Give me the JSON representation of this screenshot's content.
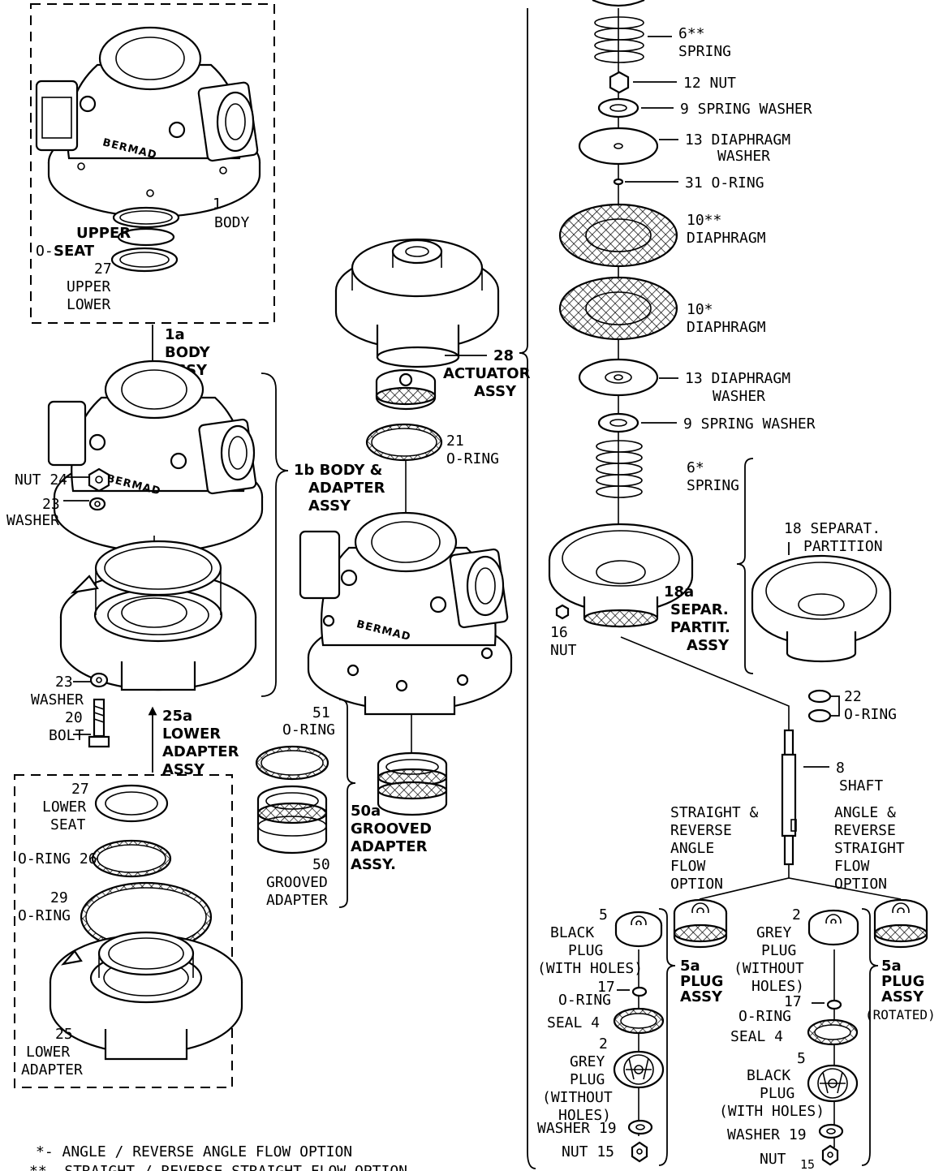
{
  "brand": "BERMAD",
  "labels": {
    "body_num": "1",
    "body": "BODY",
    "upper": "UPPER",
    "seat": "SEAT",
    "o_prefix": "O-",
    "n27": "27",
    "upper2": "UPPER",
    "lower2": "LOWER",
    "a1a_num": "1a",
    "a1a_l1": "BODY",
    "a1a_l2": "ASSY",
    "nut24": "NUT 24",
    "n23a": "23",
    "washer_a": "WASHER",
    "a1b_l1": "1b BODY &",
    "a1b_l2": "ADAPTER",
    "a1b_l3": "ASSY",
    "n23b": "23",
    "washer_b": "WASHER",
    "n20": "20",
    "bolt": "BOLT",
    "a25a_num": "25a",
    "a25a_l1": "LOWER",
    "a25a_l2": "ADAPTER",
    "a25a_l3": "ASSY",
    "n27b": "27",
    "lower_b": "LOWER",
    "seat_b": "SEAT",
    "oring26": "O-RING 26",
    "n29": "29",
    "oring29": "O-RING",
    "n25": "25",
    "lower_c": "LOWER",
    "adapter_c": "ADAPTER",
    "a28_num": "28",
    "a28_l1": "ACTUATOR",
    "a28_l2": "ASSY",
    "n21": "21",
    "oring21": "O-RING",
    "n51": "51",
    "oring51": "O-RING",
    "n50": "50",
    "grooved": "GROOVED",
    "adapter50": "ADAPTER",
    "a50a_num": "50a",
    "a50a_l1": "GROOVED",
    "a50a_l2": "ADAPTER",
    "a50a_l3": "ASSY.",
    "n6ss": "6**",
    "spring6ss": "SPRING",
    "nut12": "12 NUT",
    "sw9a": "9  SPRING WASHER",
    "dw13a": "13  DIAPHRAGM",
    "dw13a2": "WASHER",
    "oring31": "31  O-RING",
    "d10ss": "10**",
    "diaph_ss": "DIAPHRAGM",
    "d10s": "10*",
    "diaph_s": "DIAPHRAGM",
    "dw13b": "13  DIAPHRAGM",
    "dw13b2": "WASHER",
    "sw9b": "9  SPRING WASHER",
    "n6s": "6*",
    "spring6s": "SPRING",
    "sep18": "18 SEPARAT.",
    "partition": "PARTITION",
    "a18a_num": "18a",
    "a18a_l1": "SEPAR.",
    "a18a_l2": "PARTIT.",
    "a18a_l3": "ASSY",
    "n16": "16",
    "nut16": "NUT",
    "n22": "22",
    "oring22": "O-RING",
    "n8": "8",
    "shaft": "SHAFT",
    "opt_l1": "STRAIGHT &",
    "opt_l2": "REVERSE",
    "opt_l3": "ANGLE",
    "opt_l4": "FLOW",
    "opt_l5": "OPTION",
    "opt_r1": "ANGLE &",
    "opt_r2": "REVERSE",
    "opt_r3": "STRAIGHT",
    "opt_r4": "FLOW",
    "opt_r5": "OPTION",
    "l_n5": "5",
    "l_black": "BLACK",
    "l_plug": "PLUG",
    "l_withholes": "(WITH HOLES)",
    "l_n17": "17",
    "l_oring": "O-RING",
    "l_seal4": "SEAL 4",
    "l_n2": "2",
    "l_grey": "GREY",
    "l_plug2": "PLUG",
    "l_without": "(WITHOUT",
    "l_holes": "HOLES)",
    "l_washer19": "WASHER 19",
    "l_nut15": "NUT 15",
    "a5a_l_num": "5a",
    "a5a_l_1": "PLUG",
    "a5a_l_2": "ASSY",
    "r_n2": "2",
    "r_grey": "GREY",
    "r_plug": "PLUG",
    "r_without": "(WITHOUT",
    "r_holes": "HOLES)",
    "r_n17": "17",
    "r_oring": "O-RING",
    "r_seal4": "SEAL 4",
    "r_n5": "5",
    "r_black": "BLACK",
    "r_plug2": "PLUG",
    "r_withholes": "(WITH HOLES)",
    "r_washer19": "WASHER 19",
    "r_nut": "NUT",
    "r_n15": "15",
    "a5a_r_num": "5a",
    "a5a_r_1": "PLUG",
    "a5a_r_2": "ASSY",
    "a5a_r_3": "(ROTATED)",
    "note1": "*- ANGLE / REVERSE ANGLE FLOW OPTION",
    "note2": "**- STRAIGHT / REVERSE STRAIGHT FLOW OPTION"
  }
}
